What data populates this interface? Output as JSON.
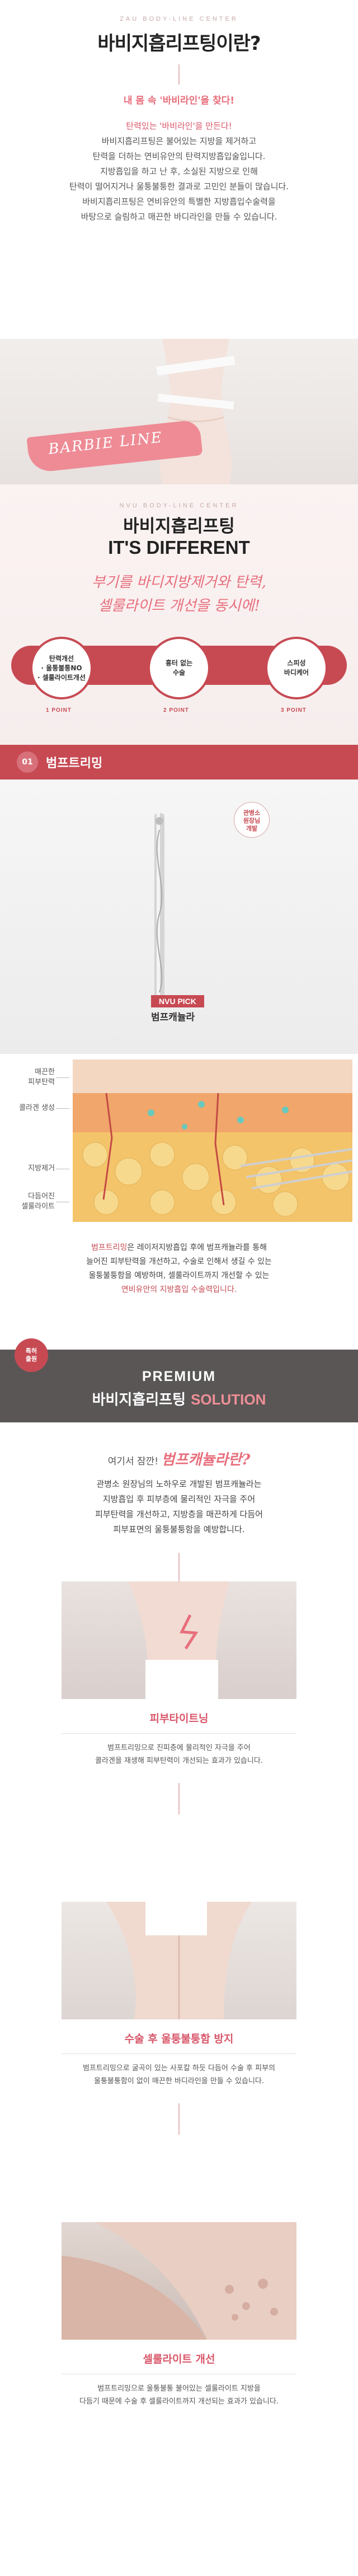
{
  "intro": {
    "eyebrow": "ZAU BODY-LINE CENTER",
    "title": "바비지흡리프팅이란?",
    "subtitle": "내 몸 속 '바비라인'을 찾다!",
    "lines": [
      "탄력있는 '바비라인'을 만든다!",
      "바비지흡리프팅은 불어있는 지방을 제거하고",
      "탄력을 더하는 연비유안의 탄력지방흡입술입니다.",
      "지방흡입을 하고 난 후, 소실된 지방으로 인해",
      "탄력이 떨어지거나 울퉁불퉁한 결과로 고민인 분들이 많습니다.",
      "바비지흡리프팅은 연비유안의 특별한 지방흡입수술력을",
      "바탕으로 슬림하고 매끈한 바디라인을 만들 수 있습니다."
    ]
  },
  "hero": {
    "brush_text": "BARBIE LINE"
  },
  "different": {
    "eyebrow": "NVU BODY-LINE CENTER",
    "title": "바비지흡리프팅",
    "title_en": "IT'S DIFFERENT",
    "script_line1": "부기를 바디지방제거와 탄력,",
    "script_line2": "셀룰라이트 개선을 동시에!",
    "points": [
      {
        "text_line1": "탄력개선",
        "text_line2": "· 울퉁불퉁NO",
        "text_line3": "· 셀룰라이트개선",
        "label": "1 POINT"
      },
      {
        "text_line1": "흉터 없는",
        "text_line2": "수술",
        "text_line3": "",
        "label": "2 POINT"
      },
      {
        "text_line1": "스피성",
        "text_line2": "바디케어",
        "text_line3": "",
        "label": "3 POINT"
      }
    ]
  },
  "banner": {
    "number": "01",
    "title": "범프트리밍"
  },
  "device": {
    "badge_line1": "관병소",
    "badge_line2": "원장님",
    "badge_line3": "개발",
    "tag": "NVU PICK",
    "name": "범프캐뉼라"
  },
  "skin": {
    "labels": [
      "매끈한",
      "피부탄력",
      "콜라겐 생성",
      "지방제거",
      "다듬어진",
      "셀룰라이트"
    ]
  },
  "desc": {
    "line1_a": "범프트리밍",
    "line1_b": "은 레이저지방흡입 후에 범프캐뉼라를 통해",
    "line2": "늘어진 피부탄력을 개선하고, 수술로 인해서 생길 수 있는",
    "line3": "울퉁불퉁함을 예방하며, 셀룰라이트까지 개선할 수 있는",
    "line4": "연비유안의 지방흡입 수술력입니다."
  },
  "premium": {
    "badge_line1": "특허",
    "badge_line2": "출원",
    "title_en": "PREMIUM",
    "title_ko": "바비지흡리프팅",
    "title_accent": "SOLUTION"
  },
  "solution": {
    "head": "여기서 잠깐!",
    "head_big": "범프캐뉼라란?",
    "lines": [
      "관병소 원장님의 노하우로 개발된 범프캐뉼라는",
      "지방흡입 후 피부층에 물리적인 자극을 주어",
      "피부탄력을 개선하고, 지방층을 매끈하게 다듬어",
      "피부표면의 울퉁불퉁함을 예방합니다."
    ]
  },
  "effects": [
    {
      "title": "피부타이트닝",
      "line1": "범프트리밍으로 진피층에 물리적인 자극을 주어",
      "line2": "콜라겐을 재생해 피부탄력이 개선되는 효과가 있습니다."
    },
    {
      "title": "수술 후 울퉁불퉁함 방지",
      "line1": "범프트리밍으로 굴곡이 있는 사포칼 하듯 다듬어 수술 후 피부의",
      "line2": "울퉁불퉁함이 없이 매끈한 바디라인을 만들 수 있습니다."
    },
    {
      "title": "셀룰라이트 개선",
      "line1": "범프트리밍으로 울퉁불퉁 불어있는 셀룰라이트 지방을",
      "line2": "다듬기 때문에 수술 후 셀룰라이트까지 개선되는 효과가 있습니다."
    }
  ],
  "colors": {
    "accent": "#c74a53",
    "pink": "#e86e7c",
    "dark": "#5a5656"
  }
}
